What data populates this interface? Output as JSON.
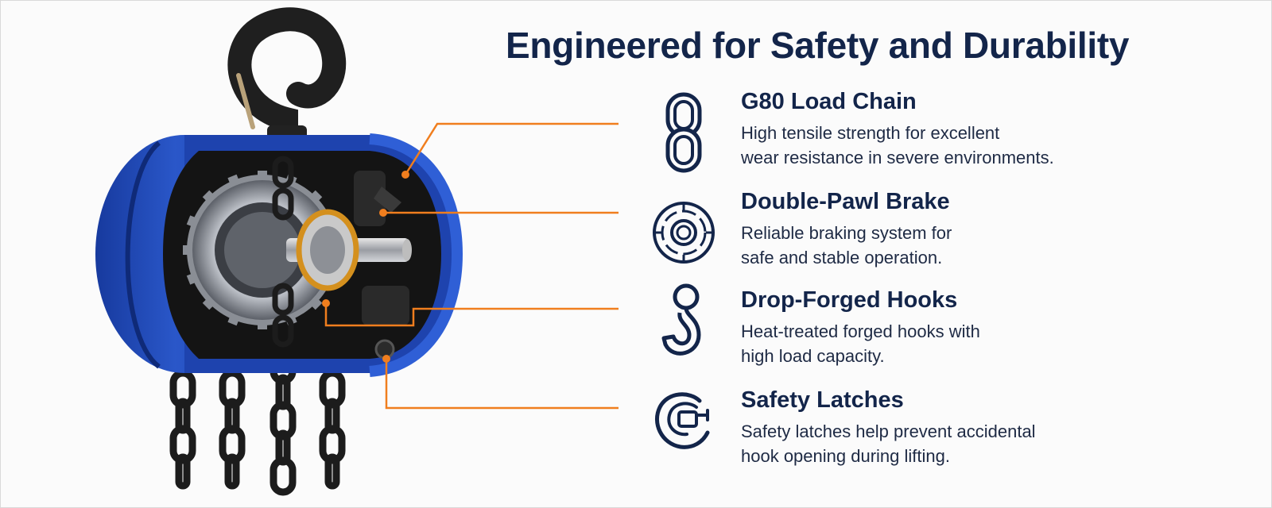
{
  "headline": "Engineered for Safety and Durability",
  "colors": {
    "navy": "#13254a",
    "callout_orange": "#f07e1e",
    "housing_blue": "#1f45b4",
    "chain_black": "#1c1c1c"
  },
  "image": {
    "subject": "chain-hoist-cutaway",
    "alt": ""
  },
  "features": [
    {
      "icon": "chain-link-icon",
      "title": "G80 Load Chain",
      "desc_lines": [
        "High tensile strength for excellent",
        "wear resistance in severe environments."
      ]
    },
    {
      "icon": "brake-disc-icon",
      "title": "Double-Pawl Brake",
      "desc_lines": [
        "Reliable braking system for",
        "safe and stable operation."
      ]
    },
    {
      "icon": "hook-icon",
      "title": "Drop-Forged Hooks",
      "desc_lines": [
        "Heat-treated forged hooks with",
        "high load capacity."
      ]
    },
    {
      "icon": "safety-latch-icon",
      "title": "Safety Latches",
      "desc_lines": [
        "Safety latches help prevent accidental",
        "hook opening during lifting."
      ]
    }
  ]
}
